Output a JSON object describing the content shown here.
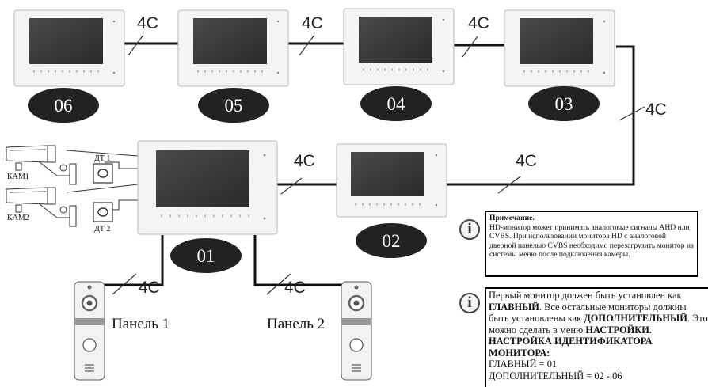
{
  "monitors": [
    {
      "id": "m06",
      "badge": "06"
    },
    {
      "id": "m05",
      "badge": "05"
    },
    {
      "id": "m04",
      "badge": "04"
    },
    {
      "id": "m03",
      "badge": "03"
    },
    {
      "id": "m01",
      "badge": "01"
    },
    {
      "id": "m02",
      "badge": "02"
    }
  ],
  "cable_labels": [
    "4C",
    "4C",
    "4C",
    "4C",
    "4C",
    "4C",
    "4C",
    "4C"
  ],
  "cameras": [
    "КАМ1",
    "КАМ2"
  ],
  "sensors": [
    "ДТ 1",
    "ДТ 2"
  ],
  "panels": [
    "Панель 1",
    "Панель 2"
  ],
  "note1": {
    "title": "Примечание.",
    "body": "HD-монитор может принимать аналоговые сигналы AHD или CVBS. При использовании монитора HD с аналоговой дверной панелью CVBS необходимо перезагрузить монитор из системы меню после подключения камеры."
  },
  "note2": {
    "t1": "Первый монитор должен быть установлен как ",
    "b1": "ГЛАВНЫЙ",
    "t2": ". Все остальные мониторы должны быть установлены как ",
    "b2": "ДОПОЛНИТЕЛЬНЫЙ",
    "t3": ". Это можно сделать в меню ",
    "b3": "НАСТРОЙКИ. НАСТРОЙКА ИДЕНТИФИКАТОРА МОНИТОРА:",
    "line_main": "ГЛАВНЫЙ = 01",
    "line_extra": "ДОПОЛНИТЕЛЬНЫЙ = 02 - 06"
  },
  "info_icon_glyph": "i",
  "colors": {
    "badge": "#222222",
    "line": "#111111",
    "device": "#f4f4f4",
    "screen": "#3a3a3a"
  }
}
